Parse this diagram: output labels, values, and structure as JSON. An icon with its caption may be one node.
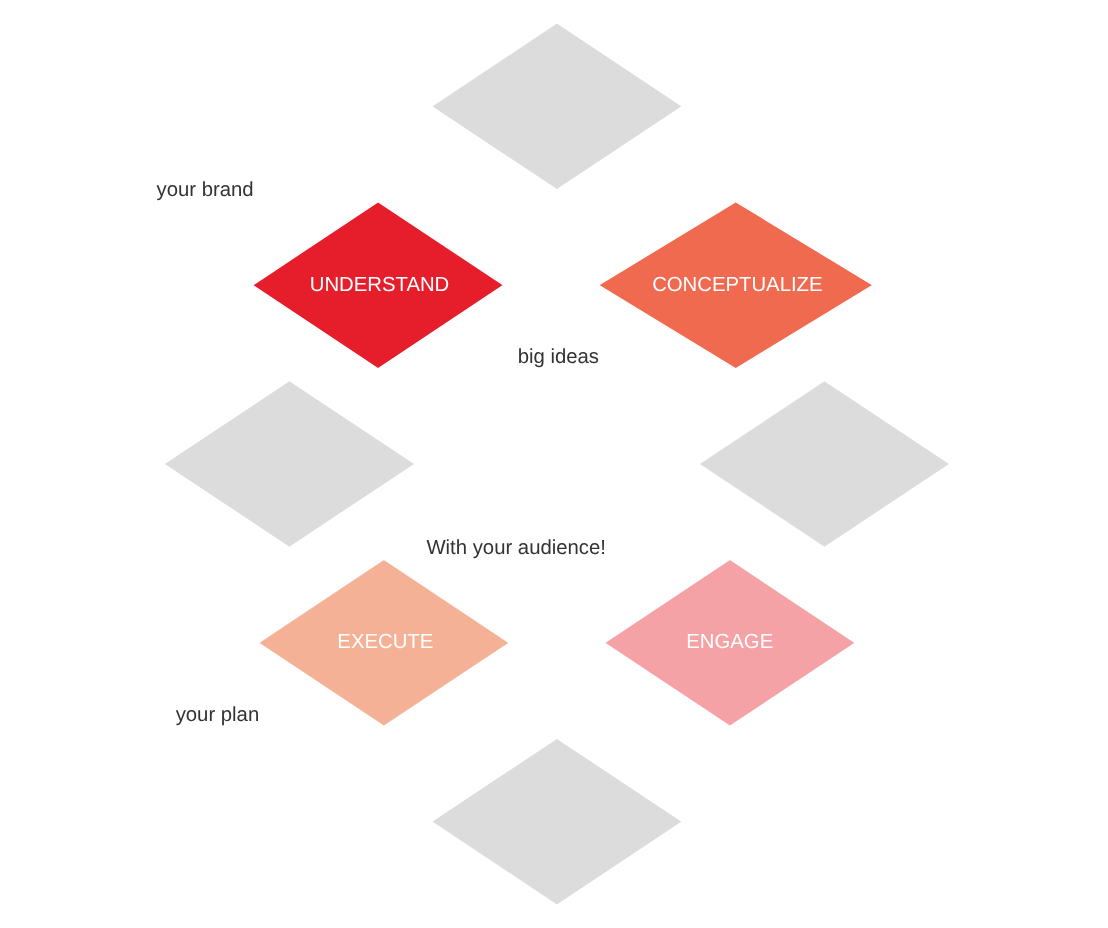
{
  "diagram": {
    "nodes": [
      {
        "text": [],
        "shape": "diamond"
      },
      {
        "text": [
          "UNDERSTAND"
        ],
        "beside": [
          "your brand"
        ]
      },
      {
        "text": [
          "CONCEPTUALIZE"
        ],
        "beside": [
          "big ideas"
        ]
      },
      {
        "text": [],
        "shape": "diamond"
      },
      {
        "text": [],
        "shape": "diamond"
      },
      {
        "text": [
          "EXECUTE"
        ],
        "beside": [
          "your plan"
        ]
      },
      {
        "text": [
          "ENGAGE"
        ],
        "beside": [
          "With your audience!"
        ]
      },
      {
        "text": [],
        "shape": "diamond"
      }
    ],
    "edges": []
  }
}
